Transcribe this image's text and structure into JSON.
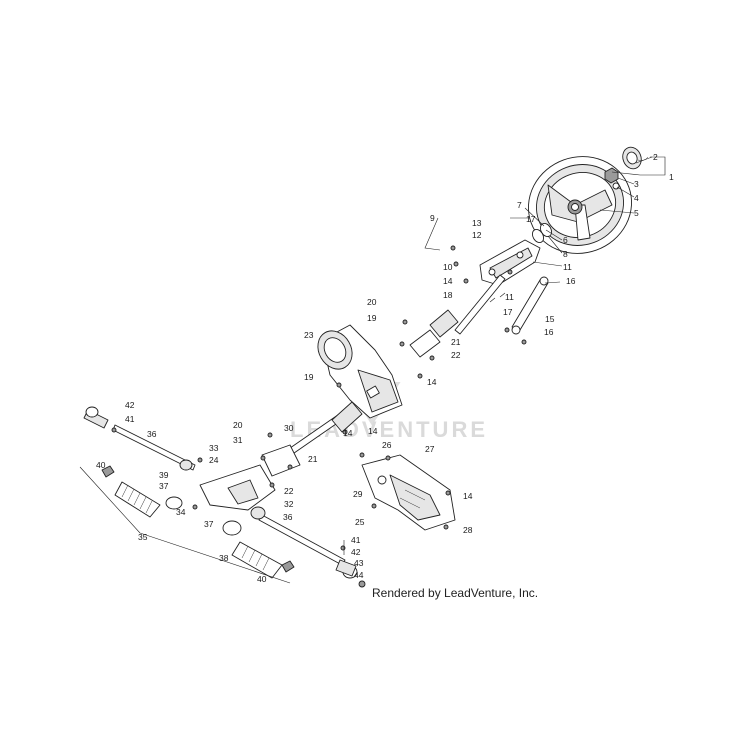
{
  "credit": "Rendered by LeadVenture, Inc.",
  "watermark_text": "LEADVENTURE",
  "colors": {
    "line": "#222222",
    "shade": "#e6e6e6",
    "dark": "#9a9a9a",
    "watermark": "#d6d6d6"
  },
  "callouts": [
    "1",
    "2",
    "3",
    "4",
    "5",
    "6",
    "7",
    "8",
    "9",
    "10",
    "11",
    "11",
    "12",
    "13",
    "14",
    "14",
    "14",
    "14",
    "14",
    "15",
    "16",
    "16",
    "17",
    "17",
    "18",
    "19",
    "19",
    "20",
    "20",
    "21",
    "21",
    "22",
    "22",
    "23",
    "24",
    "25",
    "26",
    "27",
    "28",
    "29",
    "30",
    "31",
    "32",
    "33",
    "34",
    "35",
    "36",
    "36",
    "37",
    "37",
    "38",
    "39",
    "40",
    "40",
    "41",
    "41",
    "42",
    "42",
    "43",
    "44"
  ]
}
